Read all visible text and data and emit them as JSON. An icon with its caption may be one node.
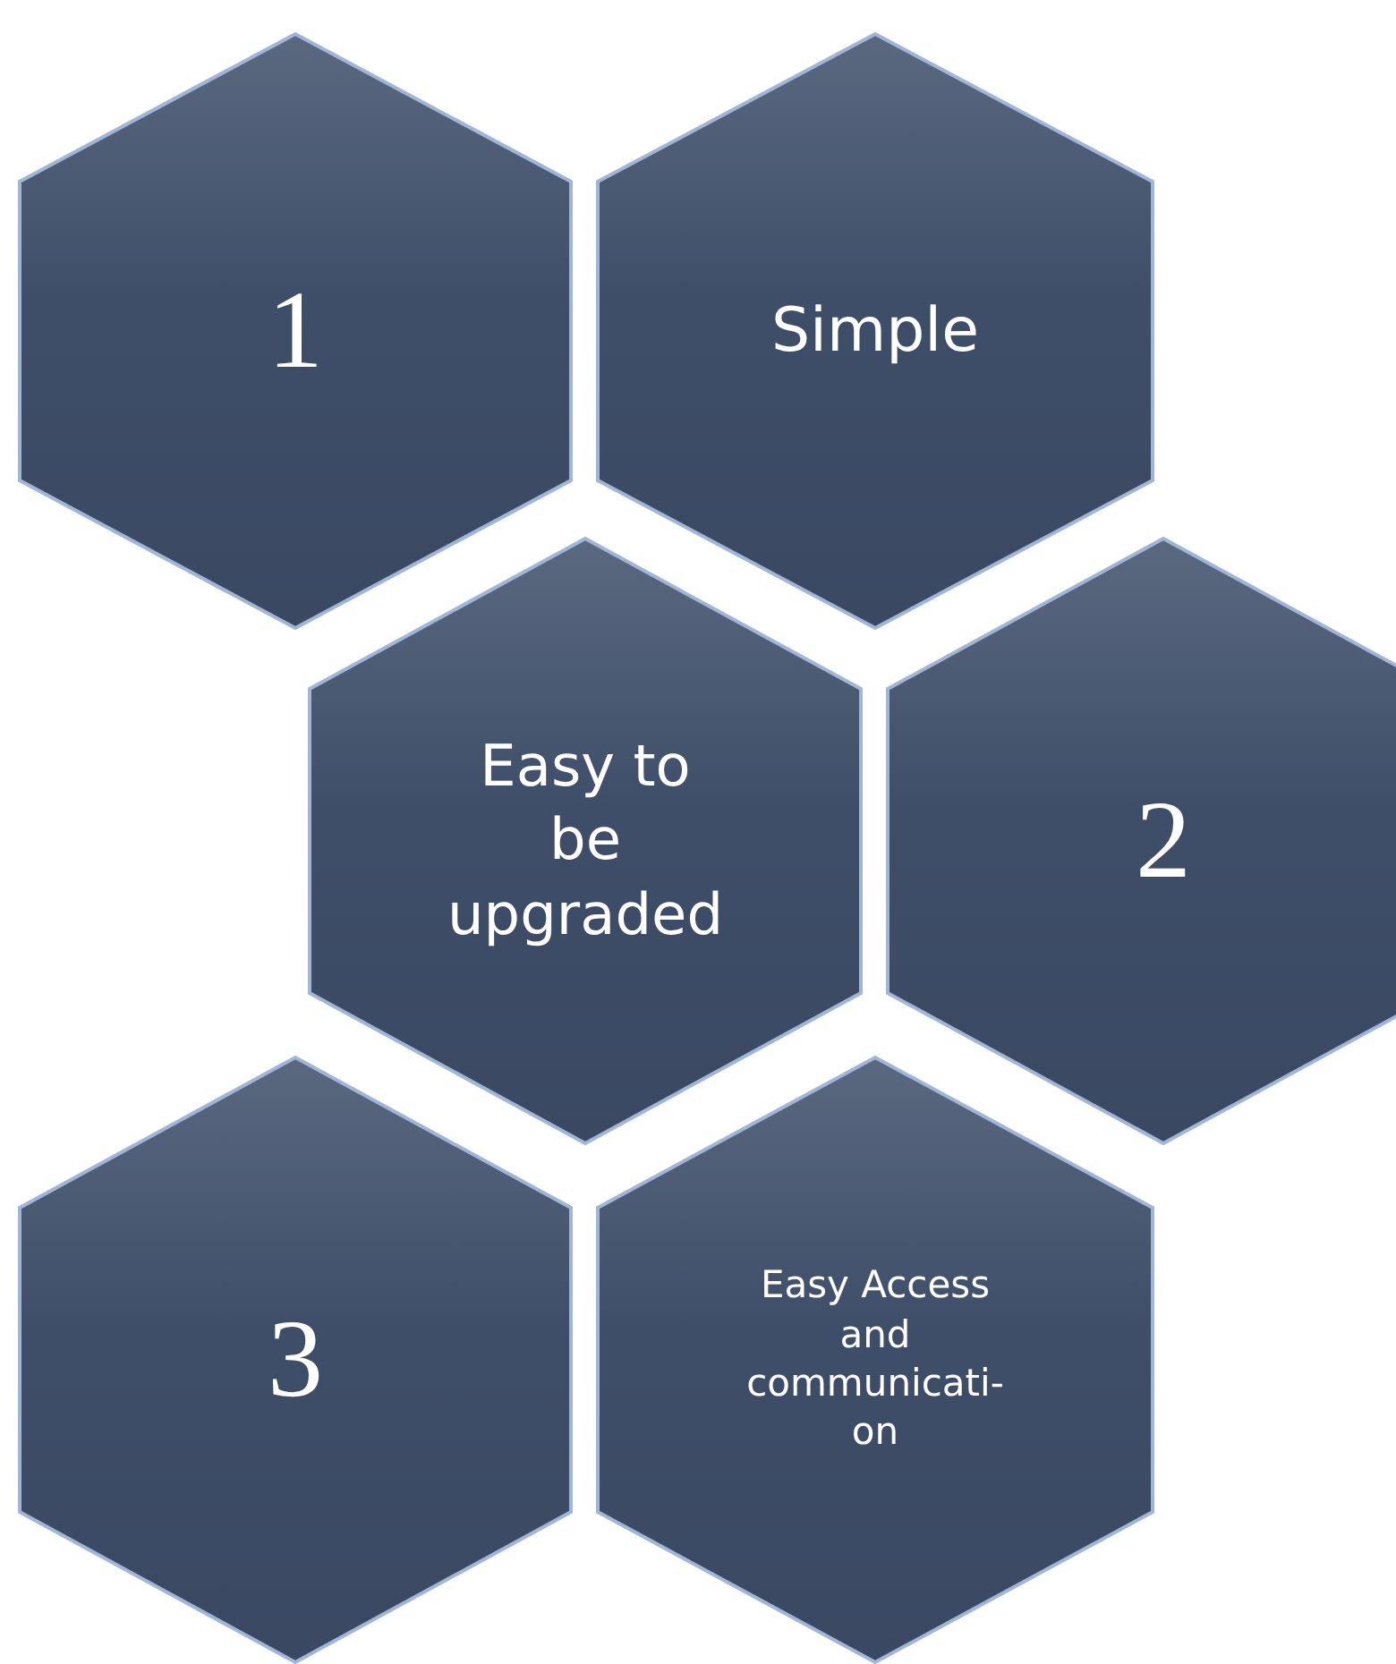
{
  "diagram": {
    "nodes": [
      {
        "text": [
          "1"
        ]
      },
      {
        "text": [
          "Simple"
        ]
      },
      {
        "text": [
          "Easy to be upgraded"
        ]
      },
      {
        "text": [
          "2"
        ]
      },
      {
        "text": [
          "3"
        ]
      },
      {
        "text": [
          "Easy Access and communicati-on"
        ]
      }
    ]
  }
}
